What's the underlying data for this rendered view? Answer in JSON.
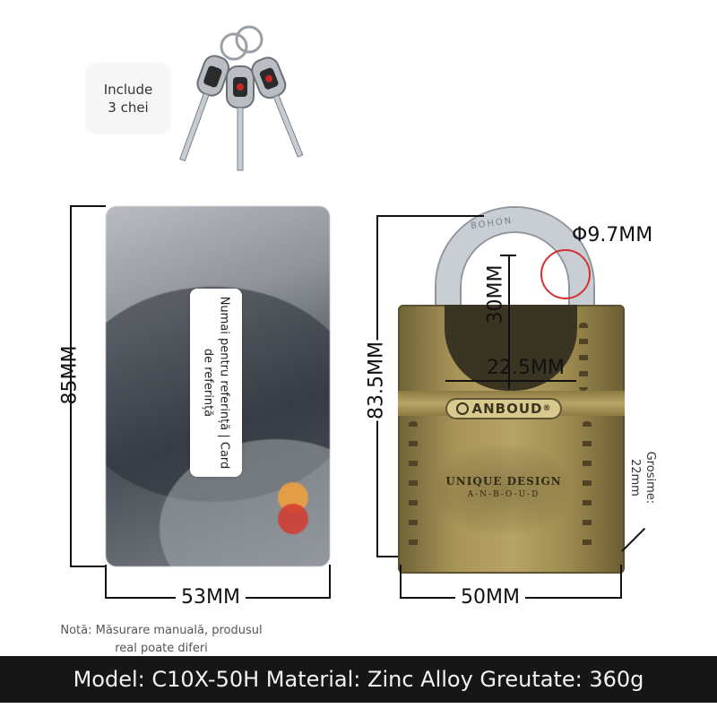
{
  "badge": {
    "line1": "Include",
    "line2": "3 chei"
  },
  "card": {
    "note": "Numai pentru referință | Card de referință",
    "height_label": "85MM",
    "width_label": "53MM"
  },
  "padlock": {
    "shackle_brand": "BOHON",
    "brand": "ANBOUD",
    "brand_mark": "®",
    "design_title": "UNIQUE DESIGN",
    "design_sub": "A-N-B-O-U-D",
    "diameter_label": "Φ9.7MM",
    "inner_height_label": "30MM",
    "inner_width_label": "22.5MM",
    "height_label": "83.5MM",
    "width_label": "50MM",
    "thickness_label": "Grosime:",
    "thickness_value": "22mm"
  },
  "note": {
    "line1": "Notă: Măsurare manuală, produsul",
    "line2": "real poate diferi"
  },
  "footer": {
    "text": "Model: C10X-50H Material: Zinc Alloy Greutate: 360g"
  },
  "colors": {
    "footer_bg": "#161616",
    "accent_circle": "#d43030",
    "brass": "#b7a465"
  }
}
